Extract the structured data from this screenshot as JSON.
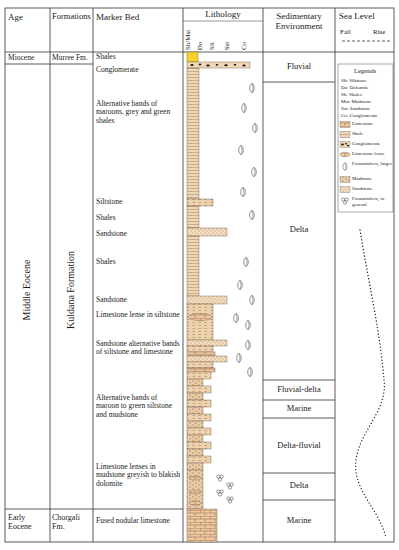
{
  "diagram": {
    "labels": [
      "Age",
      "Formations",
      "Marker Bed",
      "Lithology",
      "Sh/Mst",
      "Do",
      "Slt",
      "Sst",
      "Co",
      "Sedimentary Environment",
      "Sea Level",
      "Fall",
      "Rise",
      "Miocene",
      "Murree Fm.",
      "Shales",
      "Conglomerate",
      "Alternative bands of maroons, grey and green shales",
      "Siltstone",
      "Shales",
      "Sandstone",
      "Shales",
      "Sandstone",
      "Limestone lense in siltstone",
      "Sandstone alternative bands of siltstone and limestone",
      "Alternative bands of maroon to green siltstone and mudstone",
      "Limestone lenses in mudstone greyish to blakish dolomite",
      "Fused nodular limestone",
      "Middle Eocene",
      "Kuldana Formation",
      "Early Eocene",
      "Chorgali Fm.",
      "Fluvial",
      "Delta",
      "Fluvial-delta",
      "Marine",
      "Delta-fluvial",
      "Delta",
      "Marine",
      "Legends"
    ],
    "legend": [
      {
        "text": "Slt: Siltstone"
      },
      {
        "text": "Do: Dolomite"
      },
      {
        "text": "Sh: Shales"
      },
      {
        "text": "Mst: Mudstone"
      },
      {
        "text": "Sst: Sandstone"
      },
      {
        "text": "Co: Conglomerate"
      },
      {
        "text": "Limestone"
      },
      {
        "text": "Shale"
      },
      {
        "text": "Conglomerate"
      },
      {
        "text": "Limestone lense"
      },
      {
        "text": "Foraminifers, larger"
      },
      {
        "text": "Mudstone"
      },
      {
        "text": "Sandstone"
      },
      {
        "text": "Foraminifers, in general"
      }
    ]
  }
}
